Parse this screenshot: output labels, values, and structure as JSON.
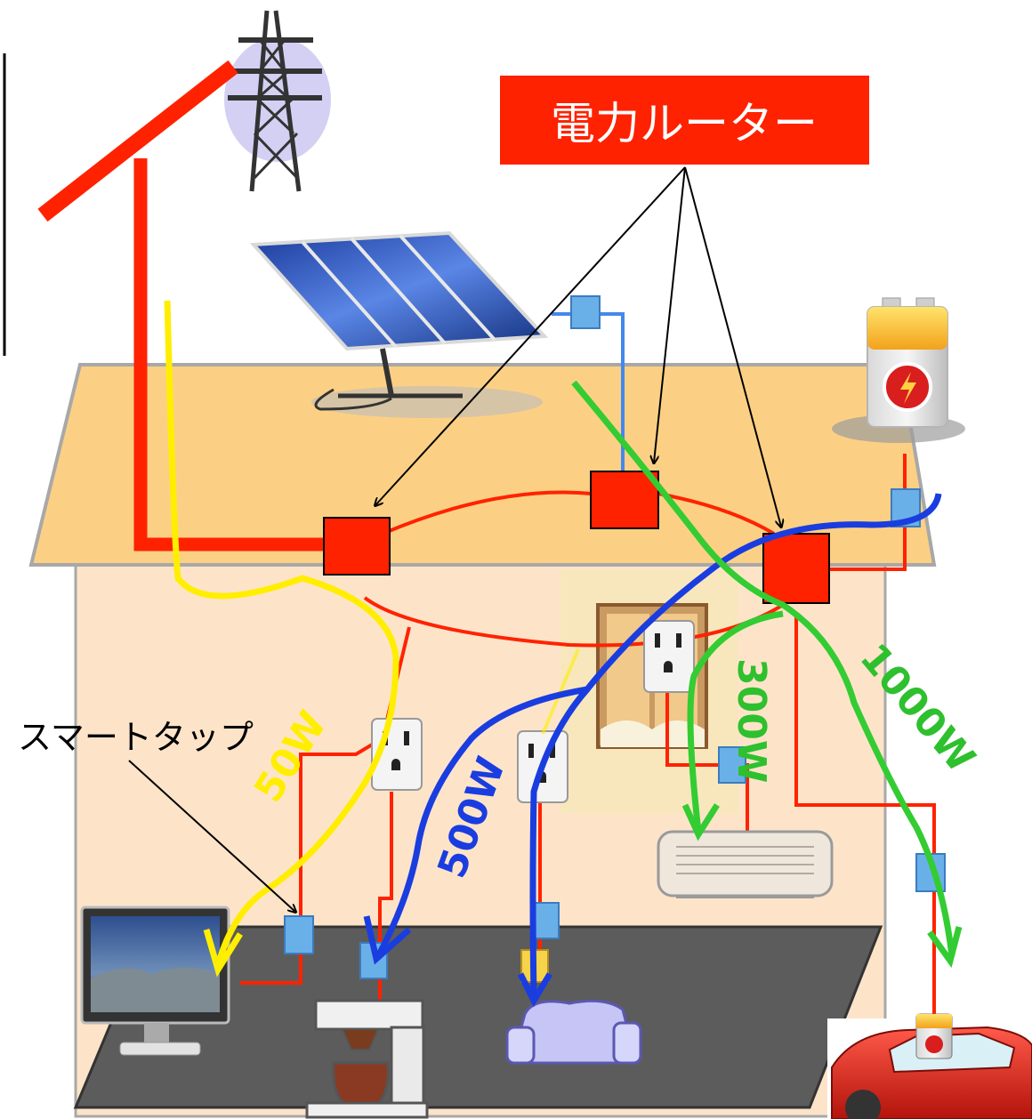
{
  "labels": {
    "power_router": "電力ルーター",
    "smart_tap": "スマートタップ"
  },
  "flows": {
    "flow_50": "50W",
    "flow_500": "500W",
    "flow_300": "300W",
    "flow_1000": "1000W"
  },
  "colors": {
    "power_line": "#ff2200",
    "router": "#ff2200",
    "label_bg": "#ff2200",
    "flow_yellow": "#ffee00",
    "flow_blue": "#1a3de0",
    "flow_green": "#33cc33",
    "flow_green_text": "#2ec02e",
    "solar_line": "#4488ee",
    "roof": "#fcd084",
    "wall": "#fde4c9",
    "floor": "#5c5c5c",
    "tap": "#6ab0e8"
  },
  "icons": {
    "transmission_tower": "transmission-tower-icon",
    "solar_panel": "solar-panel-icon",
    "battery": "battery-icon",
    "tv": "tv-icon",
    "coffee_maker": "coffee-maker-icon",
    "sofa": "sofa-icon",
    "air_conditioner": "air-conditioner-icon",
    "car": "electric-car-icon",
    "outlet": "outlet-icon",
    "window": "window-icon"
  }
}
